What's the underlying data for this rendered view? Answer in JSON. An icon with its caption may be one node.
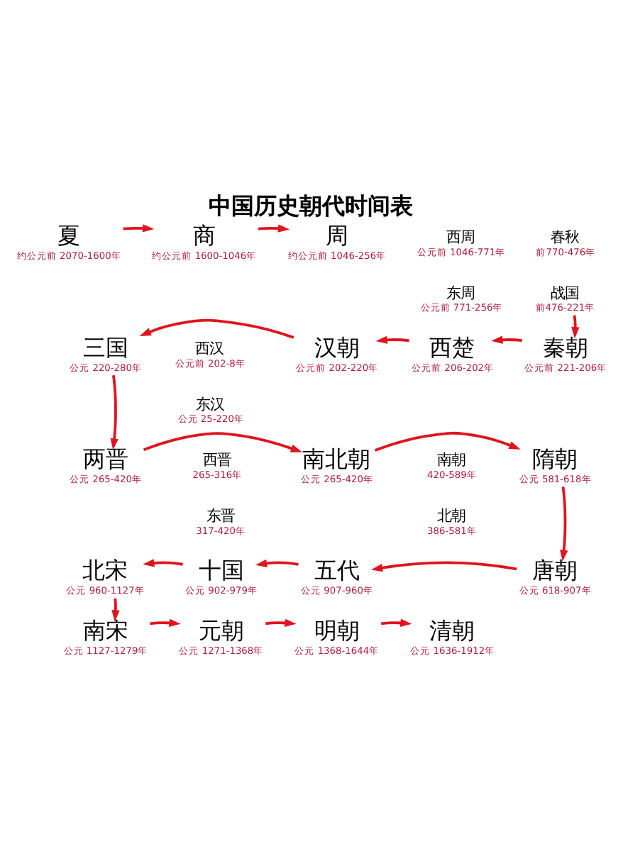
{
  "diagram": {
    "title": "中国历史朝代时间表",
    "nodes": [
      {
        "text": [
          "夏"
        ],
        "beside": [
          "约公元前 2070-1600年"
        ]
      },
      {
        "text": [
          "商"
        ],
        "beside": [
          "约公元前 1600-1046年"
        ]
      },
      {
        "text": [
          "周"
        ],
        "beside": [
          "约公元前 1046-256年"
        ]
      },
      {
        "text": [
          "西周"
        ],
        "beside": [
          "公元前 1046-771年"
        ]
      },
      {
        "text": [
          "东周"
        ],
        "beside": [
          "公元前 771-256年"
        ]
      },
      {
        "text": [
          "春秋"
        ],
        "beside": [
          "前770-476年"
        ]
      },
      {
        "text": [
          "战国"
        ],
        "beside": [
          "前476-221年"
        ]
      },
      {
        "text": [
          "三国"
        ],
        "beside": [
          "公元 220-280年"
        ]
      },
      {
        "text": [
          "西汉"
        ],
        "beside": [
          "公元前 202-8年"
        ]
      },
      {
        "text": [
          "东汉"
        ],
        "beside": [
          "公元 25-220年"
        ]
      },
      {
        "text": [
          "汉朝"
        ],
        "beside": [
          "公元前 202-220年"
        ]
      },
      {
        "text": [
          "西楚"
        ],
        "beside": [
          "公元前 206-202年"
        ]
      },
      {
        "text": [
          "秦朝"
        ],
        "beside": [
          "公元前 221-206年"
        ]
      },
      {
        "text": [
          "两晋"
        ],
        "beside": [
          "公元 265-420年"
        ]
      },
      {
        "text": [
          "西晋"
        ],
        "beside": [
          "265-316年"
        ]
      },
      {
        "text": [
          "东晋"
        ],
        "beside": [
          "317-420年"
        ]
      },
      {
        "text": [
          "南北朝"
        ],
        "beside": [
          "公元 265-420年"
        ]
      },
      {
        "text": [
          "南朝"
        ],
        "beside": [
          "420-589年"
        ]
      },
      {
        "text": [
          "北朝"
        ],
        "beside": [
          "386-581年"
        ]
      },
      {
        "text": [
          "隋朝"
        ],
        "beside": [
          "公元 581-618年"
        ]
      },
      {
        "text": [
          "北宋"
        ],
        "beside": [
          "公元 960-1127年"
        ]
      },
      {
        "text": [
          "十国"
        ],
        "beside": [
          "公元 902-979年"
        ]
      },
      {
        "text": [
          "五代"
        ],
        "beside": [
          "公元 907-960年"
        ]
      },
      {
        "text": [
          "唐朝"
        ],
        "beside": [
          "公元 618-907年"
        ]
      },
      {
        "text": [
          "南宋"
        ],
        "beside": [
          "公元 1127-1279年"
        ]
      },
      {
        "text": [
          "元朝"
        ],
        "beside": [
          "公元 1271-1368年"
        ]
      },
      {
        "text": [
          "明朝"
        ],
        "beside": [
          "公元 1368-1644年"
        ]
      },
      {
        "text": [
          "清朝"
        ],
        "beside": [
          "公元 1636-1912年"
        ]
      }
    ],
    "edges": [
      {
        "from": 0,
        "to": 1,
        "arrow": "to"
      },
      {
        "from": 1,
        "to": 2,
        "arrow": "to"
      },
      {
        "from": 6,
        "to": 12,
        "arrow": "to"
      },
      {
        "from": 12,
        "to": 11,
        "arrow": "to"
      },
      {
        "from": 11,
        "to": 10,
        "arrow": "to"
      },
      {
        "from": 10,
        "to": 7,
        "arrow": "to"
      },
      {
        "from": 7,
        "to": 13,
        "arrow": "to"
      },
      {
        "from": 13,
        "to": 16,
        "arrow": "to"
      },
      {
        "from": 16,
        "to": 19,
        "arrow": "to"
      },
      {
        "from": 19,
        "to": 23,
        "arrow": "to"
      },
      {
        "from": 23,
        "to": 22,
        "arrow": "to"
      },
      {
        "from": 22,
        "to": 21,
        "arrow": "to"
      },
      {
        "from": 21,
        "to": 20,
        "arrow": "to"
      },
      {
        "from": 20,
        "to": 24,
        "arrow": "to"
      },
      {
        "from": 24,
        "to": 25,
        "arrow": "to"
      },
      {
        "from": 25,
        "to": 26,
        "arrow": "to"
      },
      {
        "from": 26,
        "to": 27,
        "arrow": "to"
      }
    ]
  }
}
